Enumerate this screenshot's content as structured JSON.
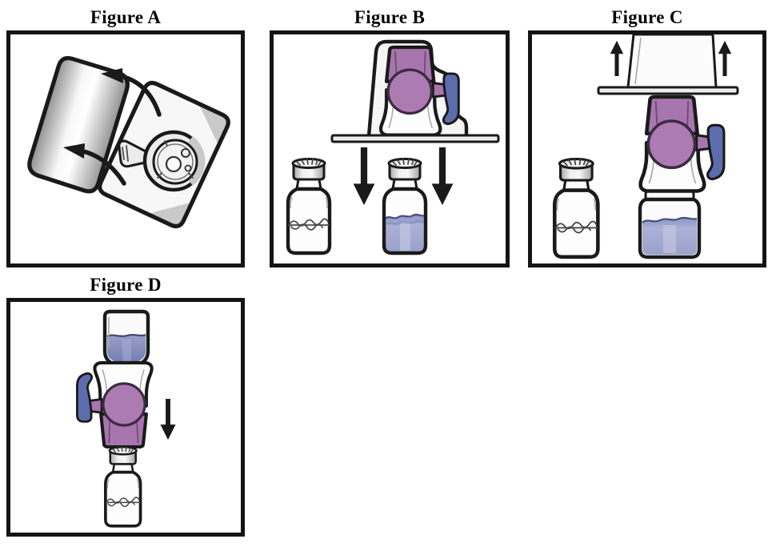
{
  "page": {
    "background": "#ffffff"
  },
  "figures": [
    {
      "id": "A",
      "label": "Figure A",
      "illustration": "blister-package-peeled-open",
      "parts": [
        "foil-lid",
        "package-tray",
        "vial-adapter-top-view",
        "peel-arrow",
        "peel-arrow"
      ]
    },
    {
      "id": "B",
      "label": "Figure B",
      "illustration": "adapter-package-held-over-vials",
      "parts": [
        "vial-adapter-in-package",
        "package-flange",
        "powder-vial",
        "diluent-vial",
        "down-arrow",
        "down-arrow"
      ]
    },
    {
      "id": "C",
      "label": "Figure C",
      "illustration": "package-lifted-off-attached-adapter",
      "parts": [
        "up-arrow",
        "up-arrow",
        "package",
        "package-flange",
        "vial-adapter",
        "powder-vial",
        "diluent-vial"
      ]
    },
    {
      "id": "D",
      "label": "Figure D",
      "illustration": "inverted-diluent-vial-lowered-onto-powder-vial",
      "parts": [
        "inverted-diluent-vial",
        "vial-adapter",
        "down-arrow",
        "powder-vial"
      ]
    }
  ],
  "colors": {
    "panel_border": "#141414",
    "outline": "#1a1a1a",
    "adapter_purple": "#a876ae",
    "adapter_purple_dark": "#ab7bb1",
    "lever_blue": "#5c6dae",
    "liquid_blue": "#a4aad1",
    "liquid_blue_dark": "#7b84b8",
    "liquid_line": "#454c7c",
    "metal_gray": "#c9c9c9",
    "page_bg": "#ffffff"
  }
}
